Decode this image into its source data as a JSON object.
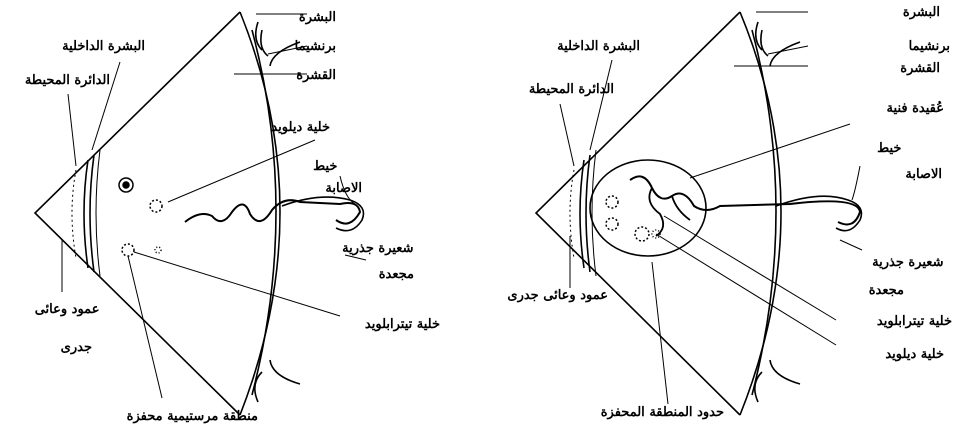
{
  "left_panel": {
    "labels": {
      "epidermis": "البشرة",
      "parenchyma": "برنشيما",
      "cortex": "القشرة",
      "endodermis": "البشرة الداخلية",
      "pericycle": "الدائرة المحيطة",
      "diploid_cell": "خلية ديلويد",
      "infection_thread": "خيط\nالاصابة",
      "curled_root_hair": "شعيرة جذرية\nمجعدة",
      "tetraploid_cell": "خلية تيترابلويد",
      "vascular_cylinder": "عمود وعائى\nجدرى",
      "meristematic_zone": "منطقة مرستيمية محفزة"
    }
  },
  "right_panel": {
    "labels": {
      "epidermis": "البشرة",
      "parenchyma": "برنشيما",
      "cortex": "القشرة",
      "nodule": "عُقيدة فنية",
      "endodermis": "البشرة الداخلية",
      "pericycle": "الدائرة المحيطة",
      "infection_thread": "خيط\nالاصابة",
      "curled_root_hair": "شعيرة جذرية\nمجعدة",
      "tetraploid_cell": "خلية تيترابلويد",
      "diploid_cell": "خلية ديلويد",
      "vascular_cylinder": "عمود وعائى جدرى",
      "stimulated_zone_boundary": "حدود المنطقة المحفزة"
    }
  }
}
